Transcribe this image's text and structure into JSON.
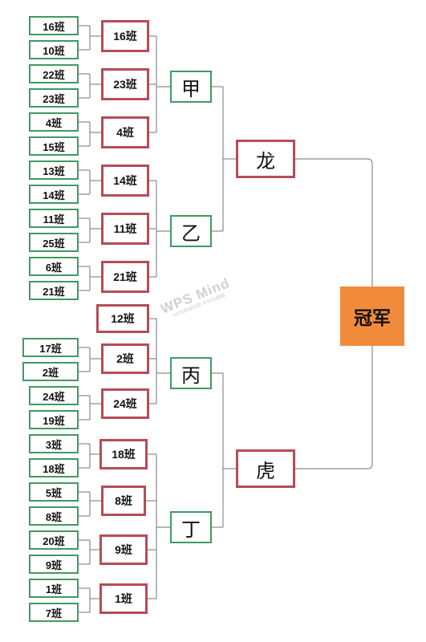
{
  "leaves": [
    "16班",
    "10班",
    "22班",
    "23班",
    "4班",
    "15班",
    "13班",
    "14班",
    "11班",
    "25班",
    "6班",
    "21班",
    "17班",
    "2班",
    "24班",
    "19班",
    "3班",
    "18班",
    "5班",
    "8班",
    "20班",
    "9班",
    "1班",
    "7班"
  ],
  "round2": [
    "16班",
    "23班",
    "4班",
    "14班",
    "11班",
    "21班",
    "12班",
    "2班",
    "24班",
    "18班",
    "8班",
    "9班",
    "1班"
  ],
  "groups": [
    "甲",
    "乙",
    "丙",
    "丁"
  ],
  "semis": [
    "龙",
    "虎"
  ],
  "final": "冠军",
  "watermark": {
    "main": "WPS Mind",
    "sub": "WPS思维导图 可在线编辑"
  },
  "colors": {
    "leaf_border": "#3f9a62",
    "round_border": "#b54c58",
    "champion_fill": "#f08b3c",
    "connector": "#8a8a8a"
  }
}
